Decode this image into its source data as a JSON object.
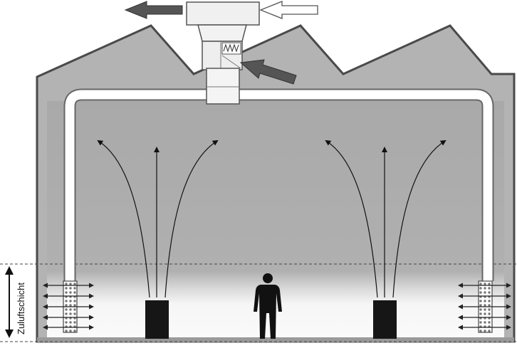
{
  "diagram": {
    "zone_label": "Zuluftschicht"
  },
  "colors": {
    "building": "#b4b4b4",
    "building_outline": "#4a4a4a",
    "room_upper": "#a8a8a8",
    "room_lower": "#f7f7f7",
    "duct": "#ffffff",
    "arrow_dark": "#555555",
    "silhouette": "#111111"
  },
  "icons": {
    "exhaust_arrow": "arrow-left-dark",
    "intake_arrow": "arrow-right-outline",
    "return_arrow": "arrow-upleft-dark",
    "person": "person-silhouette",
    "diffuser": "perforated-diffuser"
  }
}
